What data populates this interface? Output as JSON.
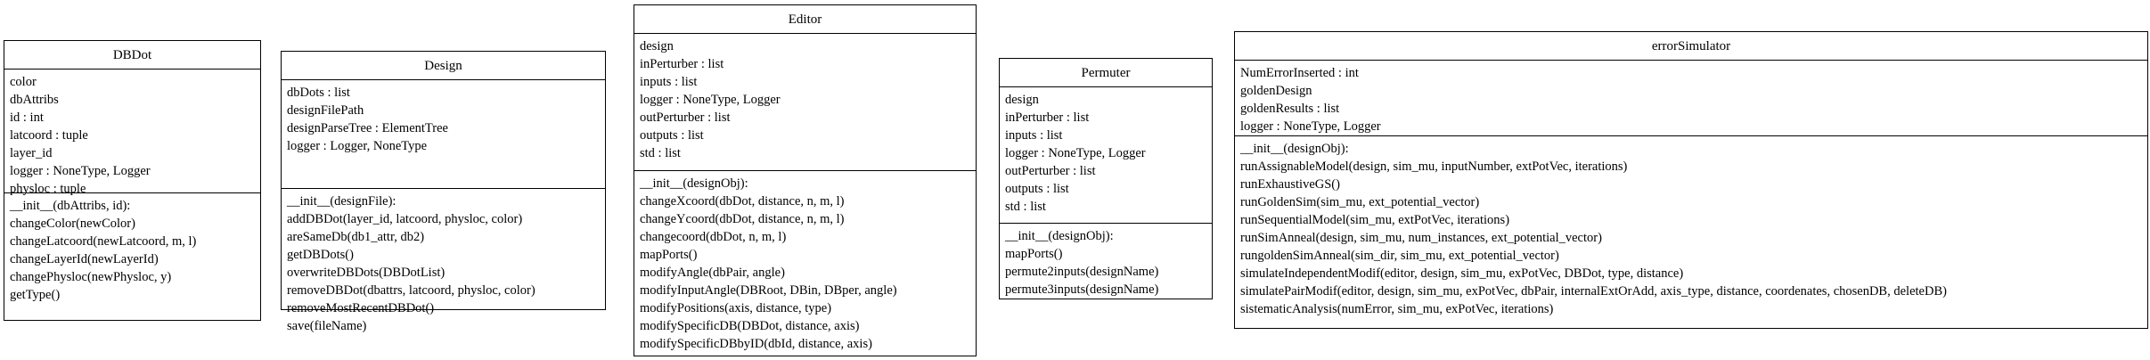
{
  "classes": {
    "dbdot": {
      "name": "DBDot",
      "attributes": [
        "color",
        "dbAttribs",
        "id : int",
        "latcoord : tuple",
        "layer_id",
        "logger : NoneType, Logger",
        "physloc : tuple"
      ],
      "methods": [
        "__init__(dbAttribs, id):",
        "changeColor(newColor)",
        "changeLatcoord(newLatcoord, m, l)",
        "changeLayerId(newLayerId)",
        "changePhysloc(newPhysloc, y)",
        "getType()"
      ]
    },
    "design": {
      "name": "Design",
      "attributes": [
        "dbDots : list",
        "designFilePath",
        "designParseTree : ElementTree",
        "logger : Logger, NoneType"
      ],
      "methods": [
        "__init__(designFile):",
        "addDBDot(layer_id, latcoord, physloc, color)",
        "areSameDb(db1_attr, db2)",
        "getDBDots()",
        "overwriteDBDots(DBDotList)",
        "removeDBDot(dbattrs, latcoord, physloc, color)",
        "removeMostRecentDBDot()",
        "save(fileName)"
      ]
    },
    "editor": {
      "name": "Editor",
      "attributes": [
        "design",
        "inPerturber : list",
        "inputs : list",
        "logger : NoneType, Logger",
        "outPerturber : list",
        "outputs : list",
        "std : list"
      ],
      "methods": [
        "__init__(designObj):",
        "changeXcoord(dbDot, distance, n, m, l)",
        "changeYcoord(dbDot, distance, n, m, l)",
        "changecoord(dbDot, n, m, l)",
        "mapPorts()",
        "modifyAngle(dbPair, angle)",
        "modifyInputAngle(DBRoot, DBin, DBper, angle)",
        "modifyPositions(axis, distance, type)",
        "modifySpecificDB(DBDot, distance, axis)",
        "modifySpecificDBbyID(dbId, distance, axis)"
      ]
    },
    "permuter": {
      "name": "Permuter",
      "attributes": [
        "design",
        "inPerturber : list",
        "inputs : list",
        "logger : NoneType, Logger",
        "outPerturber : list",
        "outputs : list",
        "std : list"
      ],
      "methods": [
        "__init__(designObj):",
        "mapPorts()",
        "permute2inputs(designName)",
        "permute3inputs(designName)"
      ]
    },
    "errorsim": {
      "name": "errorSimulator",
      "attributes": [
        "NumErrorInserted : int",
        "goldenDesign",
        "goldenResults : list",
        "logger : NoneType, Logger"
      ],
      "methods": [
        "__init__(designObj):",
        "runAssignableModel(design, sim_mu, inputNumber, extPotVec, iterations)",
        "runExhaustiveGS()",
        "runGoldenSim(sim_mu, ext_potential_vector)",
        "runSequentialModel(sim_mu, extPotVec, iterations)",
        "runSimAnneal(design, sim_mu, num_instances, ext_potential_vector)",
        "rungoldenSimAnneal(sim_dir, sim_mu, ext_potential_vector)",
        "simulateIndependentModif(editor, design, sim_mu, exPotVec, DBDot, type, distance)",
        "simulatePairModif(editor, design, sim_mu, exPotVec, dbPair, internalExtOrAdd, axis_type, distance, coordenates, chosenDB, deleteDB)",
        "sistematicAnalysis(numError, sim_mu, exPotVec, iterations)"
      ]
    }
  }
}
